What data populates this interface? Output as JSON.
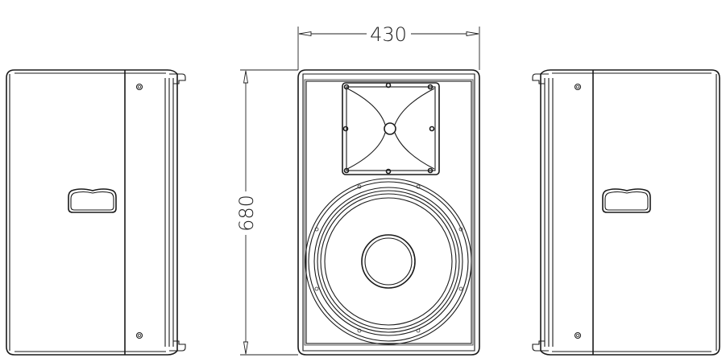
{
  "drawing": {
    "subject": "loudspeaker cabinet technical drawing",
    "views": [
      "left side view",
      "front view",
      "right side view"
    ],
    "dimensions": {
      "width_label": "430",
      "height_label": "680"
    },
    "colors": {
      "line": "#1a1a1a",
      "background": "#ffffff"
    }
  }
}
